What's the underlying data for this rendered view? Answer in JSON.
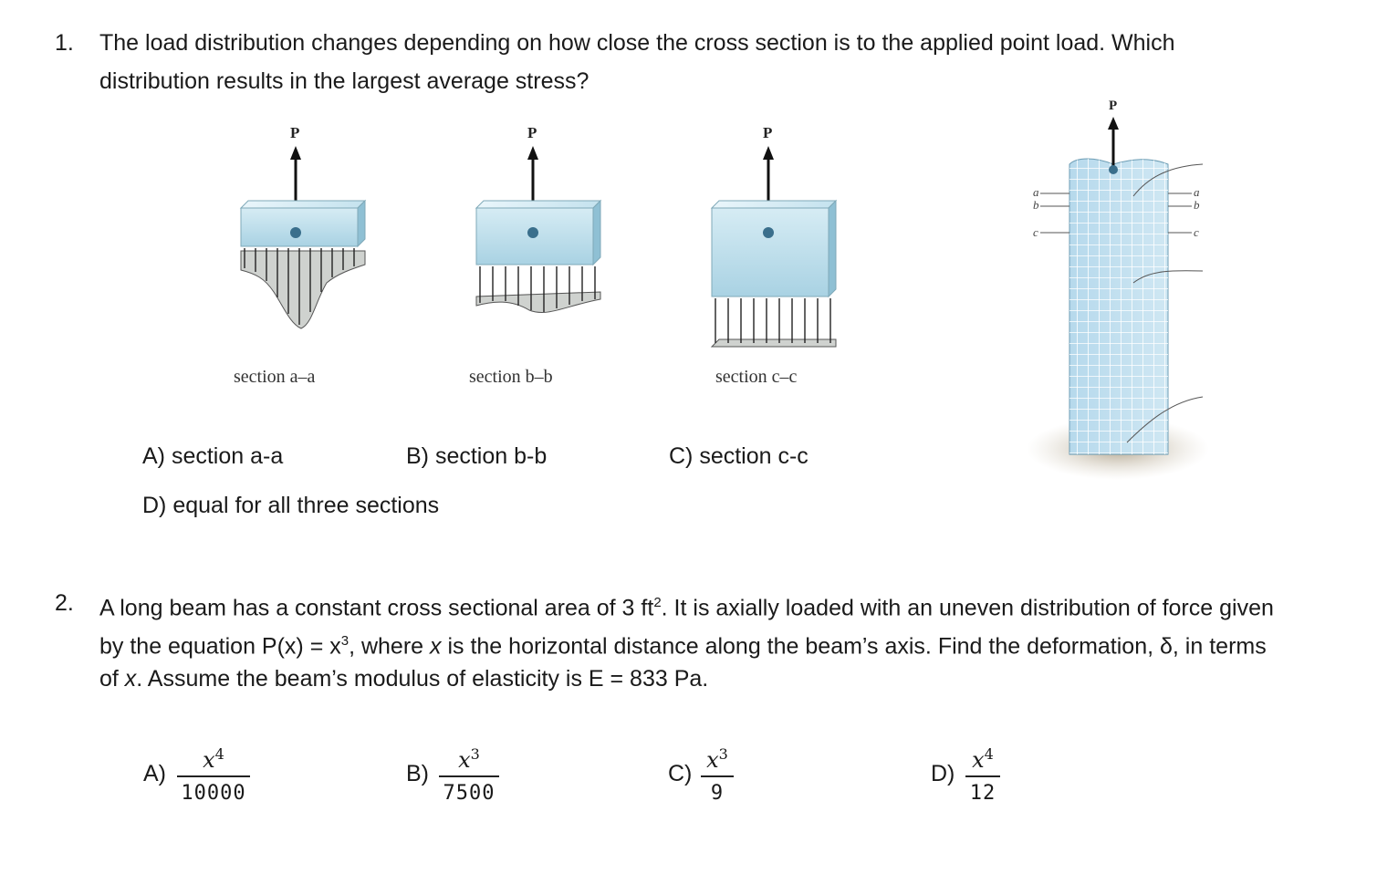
{
  "q1": {
    "number": "1.",
    "line1": "The load distribution changes depending on how close the cross section is to the applied point load. Which",
    "line2": "distribution results in the largest average stress?",
    "figure": {
      "load_label": "P",
      "sections": [
        "section a–a",
        "section b–b",
        "section c–c"
      ],
      "column_marks": {
        "a": "a",
        "b": "b",
        "c": "c"
      }
    },
    "choices": [
      "A)  section a-a",
      "B)  section b-b",
      "C)  section c-c",
      "D) equal for all three sections"
    ]
  },
  "q2": {
    "number": "2.",
    "line1_pre": "A long beam has a constant cross sectional area of 3 ft",
    "line1_sup": "2",
    "line1_post": ". It is axially loaded with an uneven distribution of force given",
    "line2_pre": "by the equation P(x) = x",
    "line2_sup": "3",
    "line2_mid": ", where ",
    "line2_var": "x",
    "line2_post": " is the horizontal distance along the beam’s axis. Find the deformation, δ, in terms",
    "line3_pre": "of ",
    "line3_var": "x",
    "line3_post": ". Assume the beam’s modulus of elasticity is E = 833 Pa.",
    "options": [
      {
        "letter": "A)",
        "num_var": "x",
        "num_exp": "4",
        "den": "10000"
      },
      {
        "letter": "B)",
        "num_var": "x",
        "num_exp": "3",
        "den": "7500"
      },
      {
        "letter": "C)",
        "num_var": "x",
        "num_exp": "3",
        "den": "9"
      },
      {
        "letter": "D)",
        "num_var": "x",
        "num_exp": "4",
        "den": "12"
      }
    ]
  }
}
